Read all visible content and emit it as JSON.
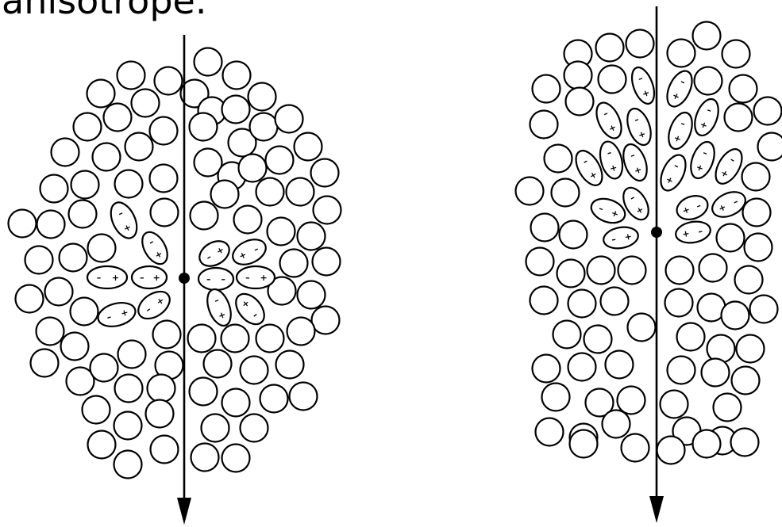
{
  "heading": "anisotrope.",
  "panels": [
    {
      "id": "left",
      "central_dot": true,
      "arrow": "down"
    },
    {
      "id": "right",
      "central_dot": true,
      "arrow": "down"
    }
  ],
  "legend_glyphs": {
    "plus": "+",
    "minus": "–"
  }
}
